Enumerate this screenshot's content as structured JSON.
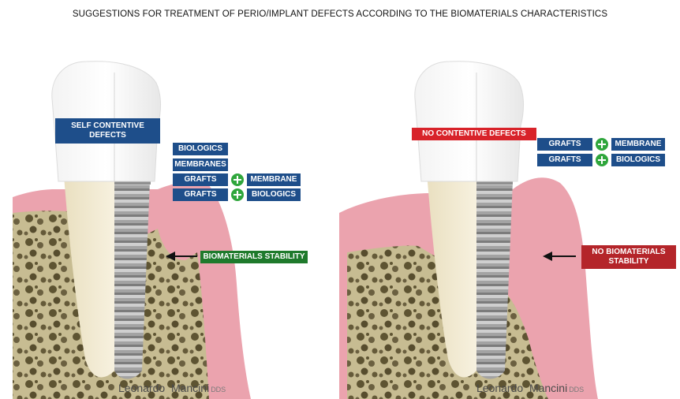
{
  "title": "SUGGESTIONS FOR TREATMENT OF PERIO/IMPLANT DEFECTS ACCORDING TO THE BIOMATERIALS CHARACTERISTICS",
  "left_panel": {
    "defect_label": [
      "SELF CONTENTIVE",
      "DEFECTS"
    ],
    "options": {
      "biologics": "BIOLOGICS",
      "membranes": "MEMBRANES",
      "grafts_1": "GRAFTS",
      "membrane": "MEMBRANE",
      "grafts_2": "GRAFTS",
      "biologics_2": "BIOLOGICS"
    },
    "stability_label": "BIOMATERIALS STABILITY",
    "signature": "Leonardo  Mancini",
    "signature_suffix": "DDS"
  },
  "right_panel": {
    "defect_label": "NO CONTENTIVE DEFECTS",
    "options": {
      "grafts_1": "GRAFTS",
      "membrane": "MEMBRANE",
      "grafts_2": "GRAFTS",
      "biologics": "BIOLOGICS"
    },
    "stability_label": [
      "NO BIOMATERIALS",
      "STABILITY"
    ],
    "signature": "Leonardo  Mancini",
    "signature_suffix": "DDS"
  },
  "colors": {
    "label_blue": "#1e4e8a",
    "label_red": "#d8232a",
    "label_dark_red": "#b4252a",
    "label_green": "#1f7a2c",
    "plus_green": "#2fa63c",
    "gum_pink": "#eba3ae",
    "bone": "#bfb488",
    "implant_gray": "#9a9a9a"
  }
}
